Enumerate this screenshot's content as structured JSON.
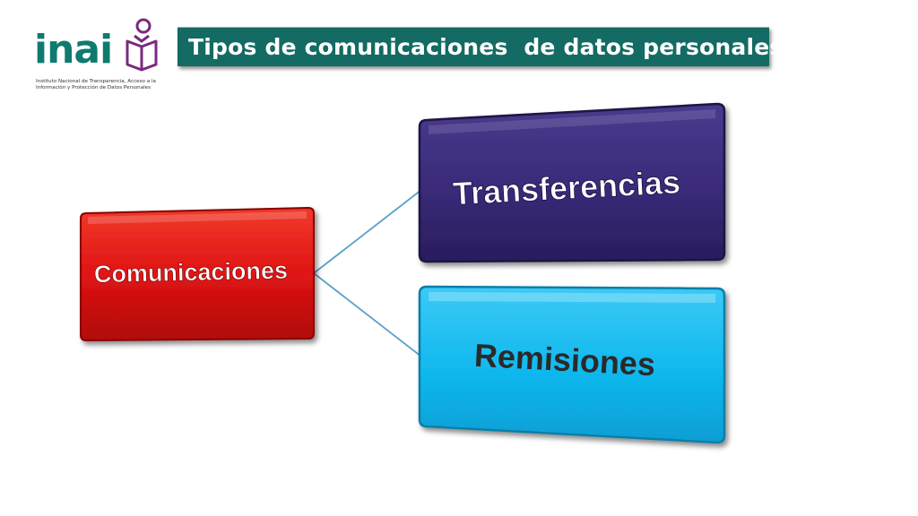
{
  "logo": {
    "wordmark": "inai",
    "caption_line1": "Instituto Nacional de Transparencia, Acceso a la",
    "caption_line2": "Información y Protección de Datos Personales"
  },
  "title": "Tipos de comunicaciones  de datos personales",
  "diagram": {
    "root": {
      "label": "Comunicaciones",
      "color": "#e01414"
    },
    "children": [
      {
        "label": "Transferencias",
        "color": "#3a2a78"
      },
      {
        "label": "Remisiones",
        "color": "#10b8ee"
      }
    ],
    "connector_color": "#5aa0c8",
    "logo_accent": "#0f7a6e",
    "logo_figure_color": "#7a2a7e"
  }
}
